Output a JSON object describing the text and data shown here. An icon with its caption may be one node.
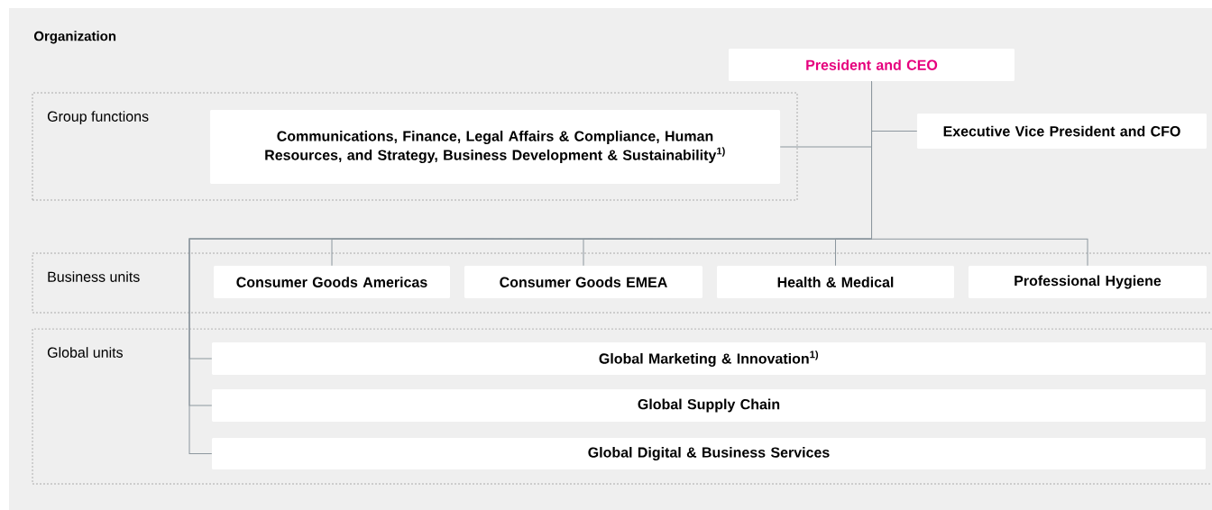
{
  "diagram": {
    "nodes": [
      {
        "text": [
          "Organization"
        ]
      },
      {
        "text": [
          "President and CEO"
        ],
        "in": 0
      },
      {
        "text": [
          "Group functions"
        ],
        "in": 0
      },
      {
        "text": [
          "Communications, Finance, Legal Affairs & Compliance, Human Resources, and Strategy, Business Development & Sustainability$^{1)}$"
        ],
        "in": 2
      },
      {
        "text": [
          "Executive Vice President and CFO"
        ],
        "in": 0
      },
      {
        "text": [
          "Business units"
        ],
        "in": 0
      },
      {
        "text": [
          "Consumer Goods Americas"
        ],
        "in": 5
      },
      {
        "text": [
          "Consumer Goods EMEA"
        ],
        "in": 5
      },
      {
        "text": [
          "Health & Medical"
        ],
        "in": 5
      },
      {
        "text": [
          "Professional Hygiene"
        ],
        "in": 5
      },
      {
        "text": [
          "Global units"
        ],
        "in": 0
      },
      {
        "text": [
          "Global Marketing & Innovation$^{1)}$"
        ],
        "in": 10
      },
      {
        "text": [
          "Global Supply Chain"
        ],
        "in": 10
      },
      {
        "text": [
          "Global Digital & Business Services"
        ],
        "in": 10
      }
    ],
    "edges": [
      {
        "from": 1,
        "to": 3,
        "arrow": "none"
      },
      {
        "from": 1,
        "to": 4,
        "arrow": "none"
      },
      {
        "from": 1,
        "to": 6,
        "arrow": "none"
      },
      {
        "from": 1,
        "to": 7,
        "arrow": "none"
      },
      {
        "from": 1,
        "to": 8,
        "arrow": "none"
      },
      {
        "from": 1,
        "to": 9,
        "arrow": "none"
      },
      {
        "from": 1,
        "to": 11,
        "arrow": "none"
      },
      {
        "from": 1,
        "to": 12,
        "arrow": "none"
      },
      {
        "from": 1,
        "to": 13,
        "arrow": "none"
      }
    ]
  }
}
